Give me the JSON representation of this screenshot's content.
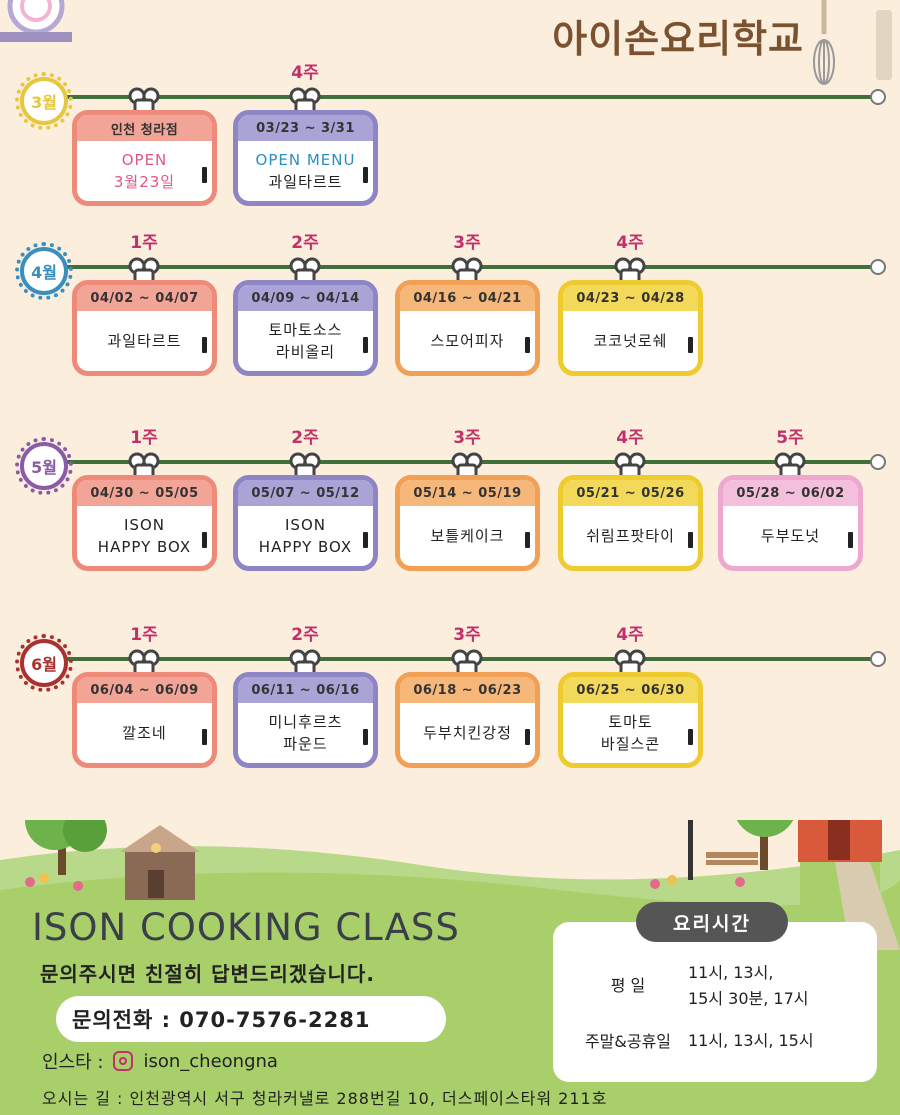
{
  "brand_title": "아이손요리학교",
  "colors": {
    "background": "#fbeedd",
    "rope": "#3f6f3a",
    "week_label": "#c0306a",
    "grass": "#a9cf6b"
  },
  "schedule": [
    {
      "month": "3월",
      "month_color": "#e6c840",
      "items": [
        {
          "week": "",
          "date": "인천 청라점",
          "lines": [
            "OPEN",
            "3월23일"
          ],
          "color": "red",
          "style": "open"
        },
        {
          "week": "4주",
          "date": "03/23 ~ 3/31",
          "lines": [
            "OPEN MENU",
            "과일타르트"
          ],
          "color": "purple",
          "style": "blue"
        }
      ]
    },
    {
      "month": "4월",
      "month_color": "#3a8fc0",
      "items": [
        {
          "week": "1주",
          "date": "04/02 ~ 04/07",
          "lines": [
            "과일타르트"
          ],
          "color": "red"
        },
        {
          "week": "2주",
          "date": "04/09 ~ 04/14",
          "lines": [
            "토마토소스",
            "라비올리"
          ],
          "color": "purple"
        },
        {
          "week": "3주",
          "date": "04/16 ~ 04/21",
          "lines": [
            "스모어피자"
          ],
          "color": "orange"
        },
        {
          "week": "4주",
          "date": "04/23 ~ 04/28",
          "lines": [
            "코코넛로쉐"
          ],
          "color": "yellow"
        }
      ]
    },
    {
      "month": "5월",
      "month_color": "#8a5ca8",
      "items": [
        {
          "week": "1주",
          "date": "04/30 ~ 05/05",
          "lines": [
            "ISON",
            "HAPPY BOX"
          ],
          "color": "red"
        },
        {
          "week": "2주",
          "date": "05/07 ~ 05/12",
          "lines": [
            "ISON",
            "HAPPY BOX"
          ],
          "color": "purple"
        },
        {
          "week": "3주",
          "date": "05/14 ~ 05/19",
          "lines": [
            "보틀케이크"
          ],
          "color": "orange"
        },
        {
          "week": "4주",
          "date": "05/21 ~ 05/26",
          "lines": [
            "쉬림프팟타이"
          ],
          "color": "yellow"
        },
        {
          "week": "5주",
          "date": "05/28 ~ 06/02",
          "lines": [
            "두부도넛"
          ],
          "color": "pink"
        }
      ]
    },
    {
      "month": "6월",
      "month_color": "#a83232",
      "items": [
        {
          "week": "1주",
          "date": "06/04 ~ 06/09",
          "lines": [
            "깔조네"
          ],
          "color": "red"
        },
        {
          "week": "2주",
          "date": "06/11 ~ 06/16",
          "lines": [
            "미니후르츠",
            "파운드"
          ],
          "color": "purple"
        },
        {
          "week": "3주",
          "date": "06/18 ~ 06/23",
          "lines": [
            "두부치킨강정"
          ],
          "color": "orange"
        },
        {
          "week": "4주",
          "date": "06/25 ~ 06/30",
          "lines": [
            "토마토",
            "바질스콘"
          ],
          "color": "yellow"
        }
      ]
    }
  ],
  "card_colors": {
    "red": {
      "border": "#ee8a7a",
      "head": "#f2a597"
    },
    "purple": {
      "border": "#8e86c4",
      "head": "#aaa3d6"
    },
    "orange": {
      "border": "#f1a055",
      "head": "#f5b77a"
    },
    "yellow": {
      "border": "#eecb2e",
      "head": "#f3d95a"
    },
    "pink": {
      "border": "#eea8d0",
      "head": "#f3bfdd"
    }
  },
  "footer": {
    "class_title": "ISON COOKING CLASS",
    "inquiry": "문의주시면 친절히 답변드리겠습니다.",
    "phone_label": "문의전화 : 070-7576-2281",
    "insta_prefix": "인스타 :",
    "insta_handle": "ison_cheongna",
    "address": "오시는 길 : 인천광역시 서구 청라커낼로 288번길 10, 더스페이스타워 211호"
  },
  "hours": {
    "title": "요리시간",
    "weekday_label": "평    일",
    "weekday_line1": "11시, 13시,",
    "weekday_line2": "15시 30분, 17시",
    "weekend_label": "주말&공휴일",
    "weekend_value": "11시, 13시, 15시"
  }
}
